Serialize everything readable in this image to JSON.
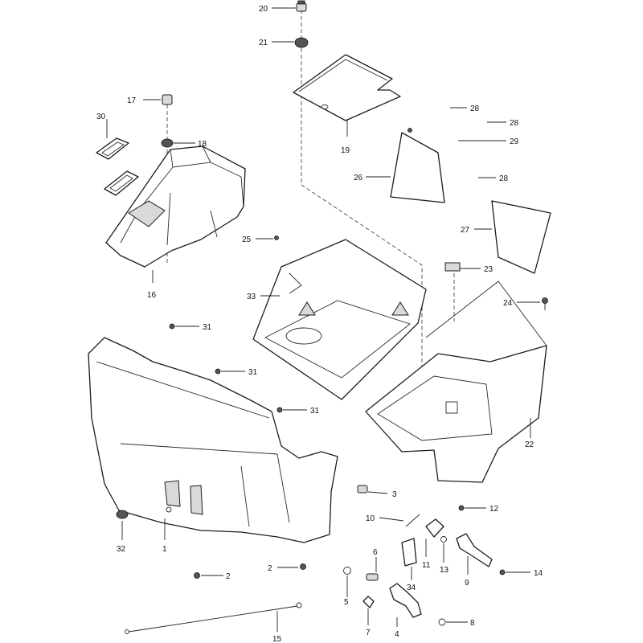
{
  "callouts": {
    "c1": "1",
    "c2a": "2",
    "c2b": "2",
    "c3": "3",
    "c4": "4",
    "c5": "5",
    "c6": "6",
    "c7": "7",
    "c8": "8",
    "c9": "9",
    "c10": "10",
    "c11": "11",
    "c12": "12",
    "c13": "13",
    "c14": "14",
    "c15": "15",
    "c16": "16",
    "c17": "17",
    "c18": "18",
    "c19": "19",
    "c20": "20",
    "c21": "21",
    "c22": "22",
    "c23": "23",
    "c24": "24",
    "c25": "25",
    "c26": "26",
    "c27": "27",
    "c28a": "28",
    "c28b": "28",
    "c28c": "28",
    "c29": "29",
    "c30": "30",
    "c31a": "31",
    "c31b": "31",
    "c31c": "31",
    "c32": "32",
    "c33": "33",
    "c34": "34"
  }
}
